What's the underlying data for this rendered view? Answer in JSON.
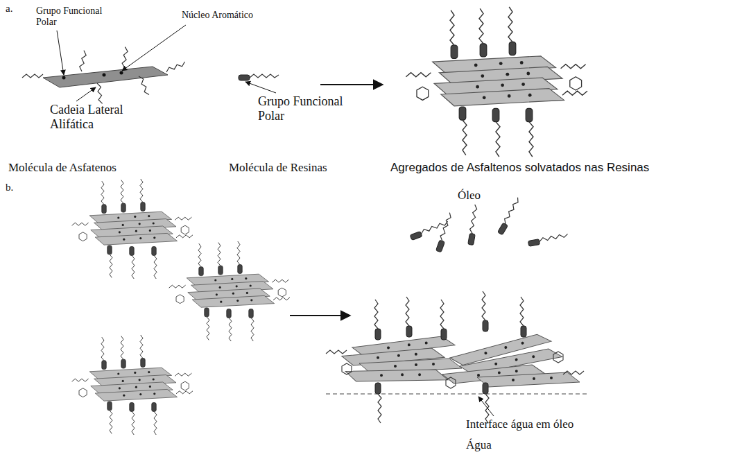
{
  "diagram": {
    "labels": [
      "a.",
      "Grupo Funcional Polar",
      "Núcleo Aromático",
      "Cadeia Lateral Alifática",
      "Grupo Funcional Polar",
      "Molécula de Asfatenos",
      "Molécula de Resinas",
      "Agregados de Asfaltenos solvatados nas Resinas",
      "b.",
      "Óleo",
      "Interface água em óleo",
      "Água"
    ]
  }
}
